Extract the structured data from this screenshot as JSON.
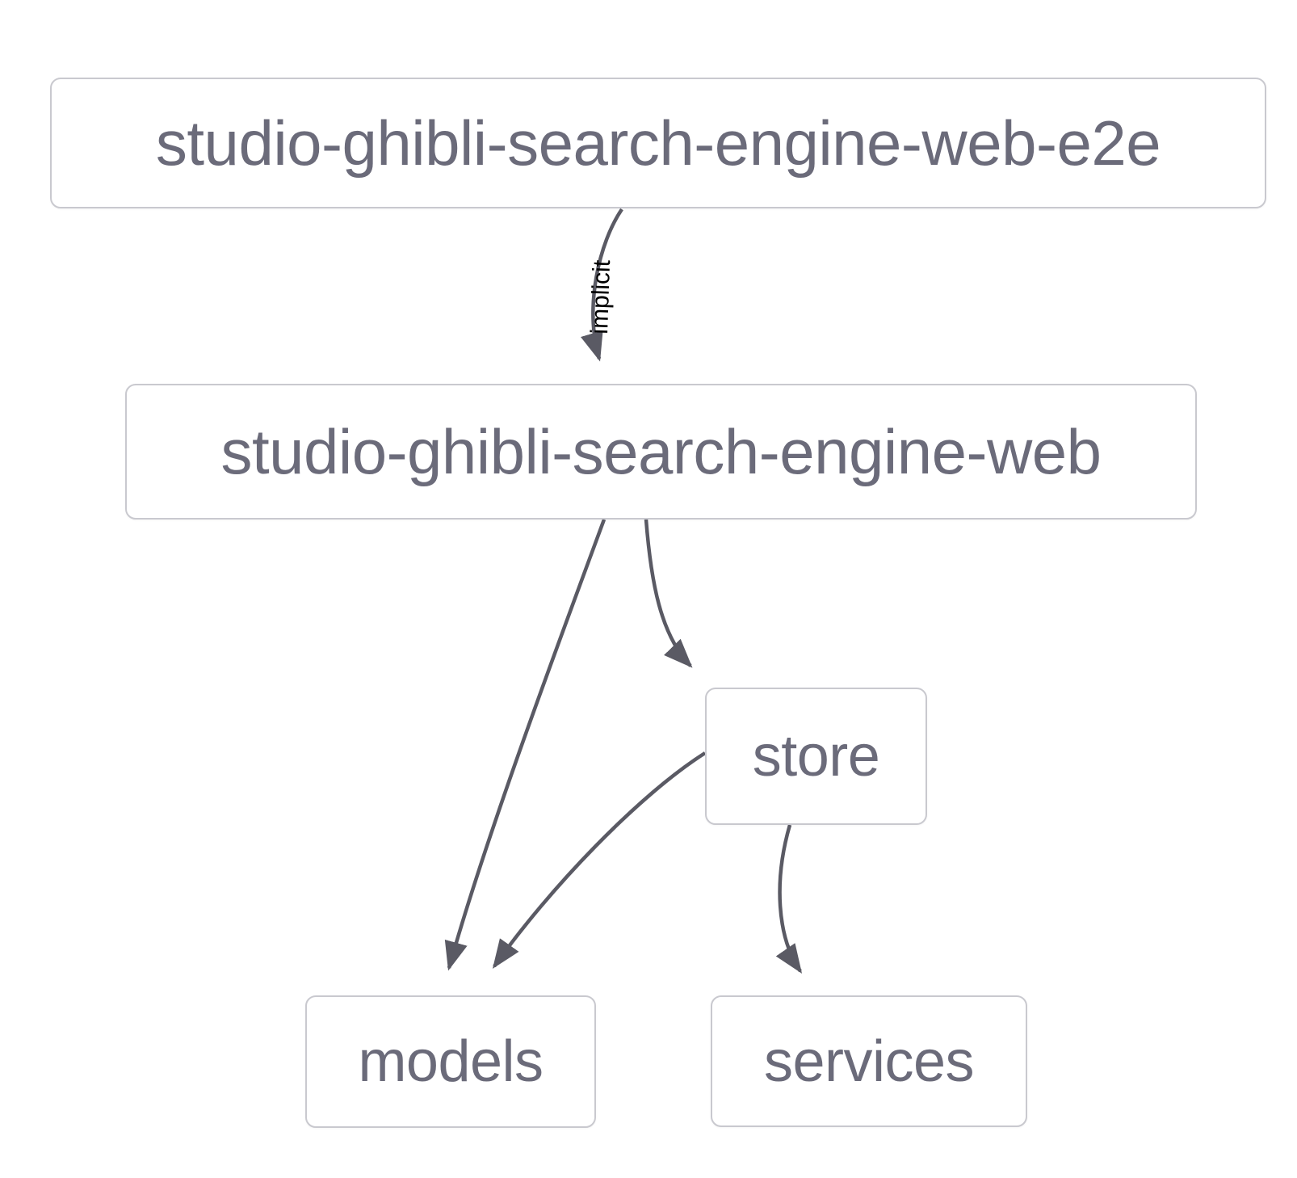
{
  "diagram": {
    "type": "dependency-graph",
    "background_color": "#ffffff",
    "node_border_color": "#c9c9cf",
    "node_text_color": "#6b6b7a",
    "edge_color": "#5a5a64",
    "edge_label_color": "#000000",
    "nodes": [
      {
        "id": "e2e",
        "label": "studio-ghibli-search-engine-web-e2e"
      },
      {
        "id": "web",
        "label": "studio-ghibli-search-engine-web"
      },
      {
        "id": "store",
        "label": "store"
      },
      {
        "id": "models",
        "label": "models"
      },
      {
        "id": "services",
        "label": "services"
      }
    ],
    "edges": [
      {
        "from": "e2e",
        "to": "web",
        "label": "implicit"
      },
      {
        "from": "web",
        "to": "models",
        "label": ""
      },
      {
        "from": "web",
        "to": "store",
        "label": ""
      },
      {
        "from": "store",
        "to": "models",
        "label": ""
      },
      {
        "from": "store",
        "to": "services",
        "label": ""
      }
    ]
  }
}
